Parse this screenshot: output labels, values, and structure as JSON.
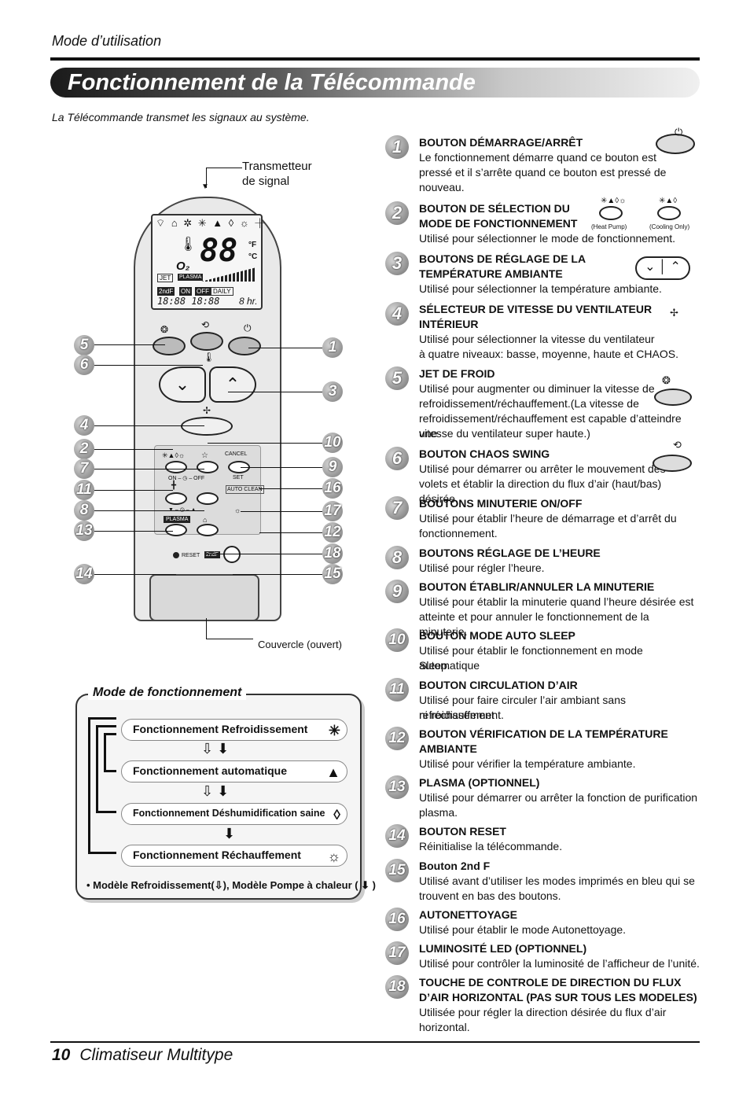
{
  "header": {
    "section": "Mode d’utilisation",
    "title": "Fonctionnement de la Télécommande",
    "subtitle": "La Télécommande transmet les signaux au système."
  },
  "remote": {
    "transmitter_label_1": "Transmetteur",
    "transmitter_label_2": "de signal",
    "cover_label": "Couvercle (ouvert)",
    "lcd": {
      "digits": "88",
      "unit_f": "°F",
      "unit_c": "°C",
      "o2": "O₂",
      "jet": "JET",
      "plasma": "PLASMA",
      "second_f": "2ndF",
      "on": "ON",
      "off": "OFF",
      "daily": "DAILY",
      "times": "18:88  18:88",
      "hr": "8 hr."
    },
    "button_texts": {
      "cancel": "CANCEL",
      "on_off": "ON – ◷ – OFF",
      "set": "SET",
      "auto_clean": "AUTO CLEAN",
      "timer_adj": "▼ – ◷ – ▲",
      "plasma": "PLASMA",
      "reset": "RESET",
      "second_f": "2ndF"
    },
    "callouts_left": [
      "5",
      "6",
      "4",
      "2",
      "7",
      "11",
      "8",
      "13",
      "14"
    ],
    "callouts_right": [
      "1",
      "3",
      "10",
      "9",
      "16",
      "17",
      "12",
      "18",
      "15"
    ]
  },
  "modes": {
    "title": "Mode de fonctionnement",
    "items": [
      {
        "label": "Fonctionnement Refroidissement",
        "icon": "snowflake-icon",
        "glyph": "✳"
      },
      {
        "label": "Fonctionnement automatique",
        "icon": "auto-icon",
        "glyph": "▲"
      },
      {
        "label": "Fonctionnement Déshumidification saine",
        "icon": "droplet-icon",
        "glyph": "◊"
      },
      {
        "label": "Fonctionnement Réchauffement",
        "icon": "sun-icon",
        "glyph": "☼"
      }
    ],
    "note": "• Modèle Refroidissement(⇩), Modèle Pompe à chaleur ( ⬇ )"
  },
  "items": [
    {
      "num": "1",
      "title": "BOUTON DÉMARRAGE/ARRÊT",
      "text": [
        "Le fonctionnement démarre quand ce bouton est",
        "pressé et il s’arrête quand ce bouton est pressé de",
        "nouveau."
      ]
    },
    {
      "num": "2",
      "title": "BOUTON DE SÉLECTION DU",
      "title2": "MODE DE FONCTIONNEMENT",
      "text": [
        "Utilisé pour sélectionner le mode de fonctionnement."
      ],
      "heat_pump": "(Heat Pump)",
      "cooling_only": "(Cooling Only)"
    },
    {
      "num": "3",
      "title": "BOUTONS DE RÉGLAGE DE LA",
      "title2": "TEMPÉRATURE AMBIANTE",
      "text": [
        "Utilisé pour sélectionner la température ambiante."
      ]
    },
    {
      "num": "4",
      "title": "SÉLECTEUR DE VITESSE DU VENTILATEUR",
      "title2": "INTÉRIEUR",
      "text": [
        "Utilisé pour sélectionner la vitesse du ventilateur",
        "à quatre niveaux: basse, moyenne, haute et CHAOS."
      ]
    },
    {
      "num": "5",
      "title": "JET DE FROID",
      "text": [
        "Utilisé pour augmenter ou diminuer la vitesse de",
        "refroidissement/réchauffement.(La vitesse de",
        "refroidissement/réchauffement est capable d’atteindre une",
        "vitesse du ventilateur super haute.)"
      ]
    },
    {
      "num": "6",
      "title": "BOUTON CHAOS SWING",
      "text": [
        "Utilisé pour démarrer ou arrêter le mouvement des",
        "volets et établir la direction du flux d’air (haut/bas) désirée."
      ]
    },
    {
      "num": "7",
      "title": "BOUTONS MINUTERIE ON/OFF",
      "text": [
        "Utilisé pour établir l’heure de démarrage et d’arrêt du",
        "fonctionnement."
      ]
    },
    {
      "num": "8",
      "title": "BOUTONS RÉGLAGE DE L’HEURE",
      "text": [
        "Utilisé pour régler l’heure."
      ]
    },
    {
      "num": "9",
      "title": "BOUTON ÉTABLIR/ANNULER LA MINUTERIE",
      "text": [
        "Utilisé pour établir la minuterie quand l’heure désirée est",
        "atteinte et pour annuler le fonctionnement de la minuterie."
      ]
    },
    {
      "num": "10",
      "title": "BOUTON MODE AUTO SLEEP",
      "text": [
        "Utilisé pour établir le fonctionnement en mode automatique",
        "Sleep."
      ]
    },
    {
      "num": "11",
      "title": "BOUTON CIRCULATION D’AIR",
      "text": [
        "Utilisé pour faire circuler l’air ambiant sans refroidissement",
        "ni réchauffement."
      ]
    },
    {
      "num": "12",
      "title": "BOUTON VÉRIFICATION DE LA TEMPÉRATURE",
      "title2": "AMBIANTE",
      "text": [
        "Utilisé pour vérifier la température ambiante."
      ]
    },
    {
      "num": "13",
      "title": "PLASMA (OPTIONNEL)",
      "text": [
        "Utilisé pour démarrer ou arrêter la fonction de purification",
        "plasma."
      ]
    },
    {
      "num": "14",
      "title": "BOUTON RESET",
      "text": [
        "Réinitialise la télécommande."
      ]
    },
    {
      "num": "15",
      "title": "Bouton 2nd F",
      "text": [
        "Utilisé avant d’utiliser les modes imprimés en bleu qui se",
        "trouvent en bas des boutons."
      ]
    },
    {
      "num": "16",
      "title": "AUTONETTOYAGE",
      "text": [
        "Utilisé pour établir le mode Autonettoyage."
      ]
    },
    {
      "num": "17",
      "title": "LUMINOSITÉ LED (OPTIONNEL)",
      "text": [
        "Utilisé pour contrôler la luminosité de l’afficheur de l’unité."
      ]
    },
    {
      "num": "18",
      "title": "TOUCHE DE CONTROLE DE DIRECTION DU FLUX",
      "title2": "D’AIR HORIZONTAL (PAS SUR TOUS LES MODELES)",
      "text": [
        "Utilisée pour régler la direction désirée du flux d’air",
        "horizontal."
      ]
    }
  ],
  "footer": {
    "page": "10",
    "title": "Climatiseur Multitype"
  }
}
